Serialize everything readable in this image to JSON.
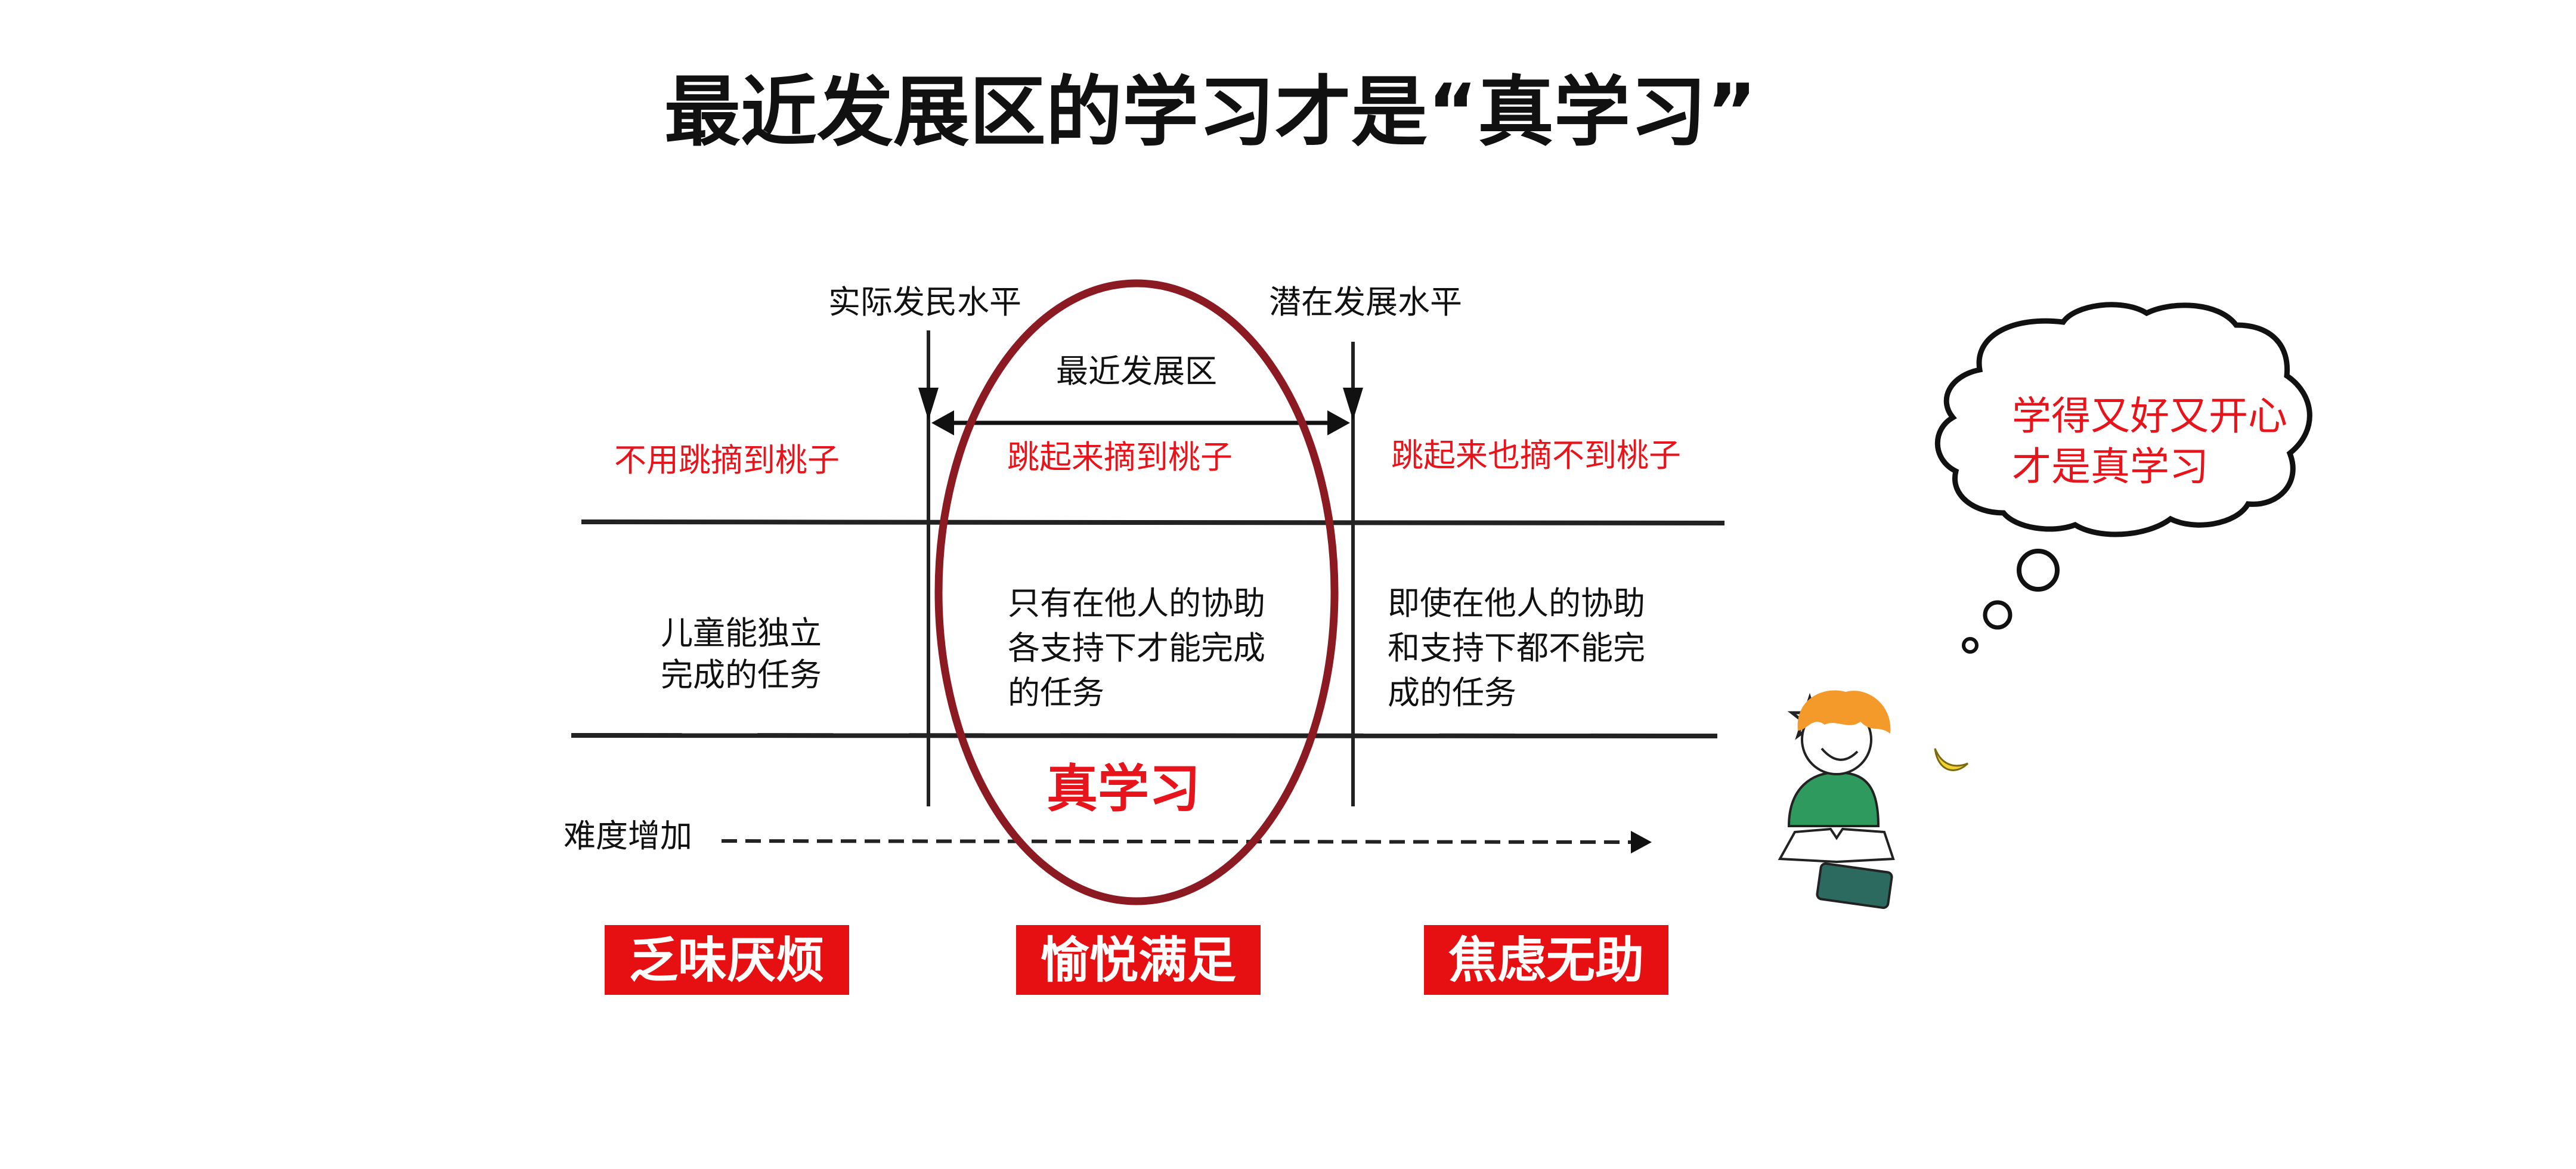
{
  "title": "最近发展区的学习才是“真学习”",
  "diagram": {
    "actual_level": "实际发民水平",
    "potential_level": "潜在发展水平",
    "zone_label": "最近发展区",
    "row1": [
      "不用跳摘到桃子",
      "跳起来摘到桃子",
      "跳起来也摘不到桃子"
    ],
    "left_task": [
      "儿童能独立",
      "完成的任务"
    ],
    "middle_task": [
      "只有在他人的协助",
      "各支持下才能完成",
      "的任务"
    ],
    "right_task": [
      "即使在他人的协助",
      "和支持下都不能完",
      "成的任务"
    ],
    "true_learning": "真学习",
    "difficulty": "难度增加",
    "feelings": [
      "乏味厌烦",
      "愉悦满足",
      "焦虑无助"
    ]
  },
  "thought_bubble": [
    "学得又好又开心",
    "才是真学习"
  ],
  "colors": {
    "red": "#e8141b",
    "ellipse": "#8b1a22",
    "box": "#e60f12"
  }
}
